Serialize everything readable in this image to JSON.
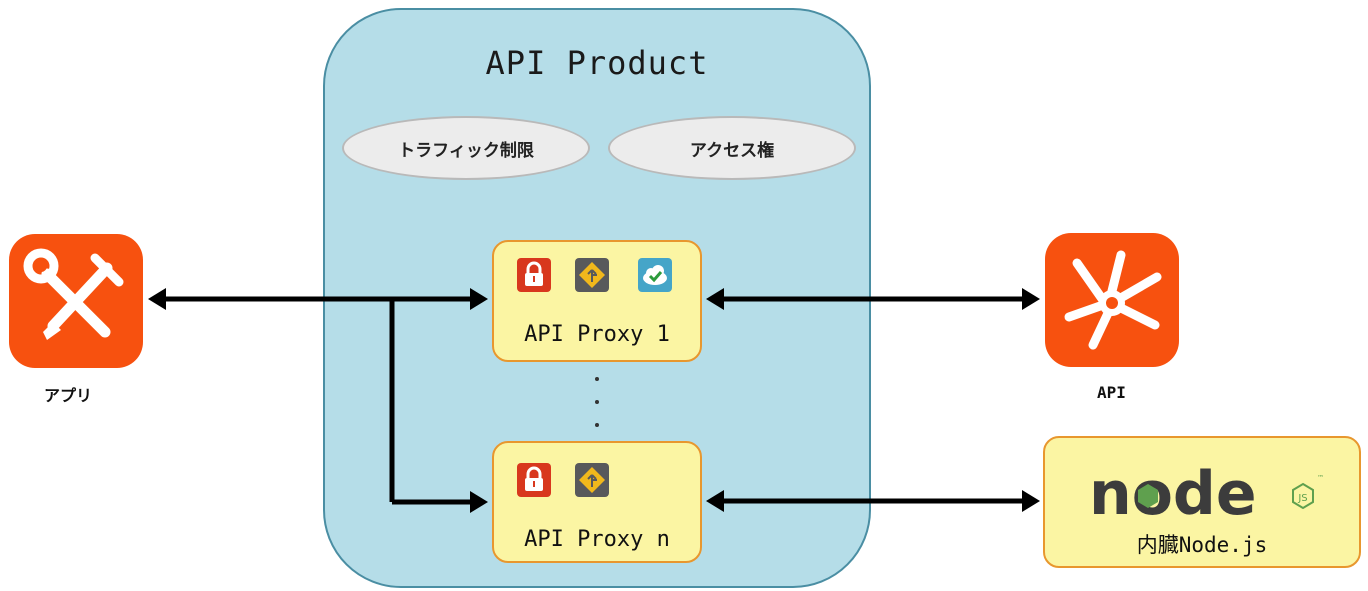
{
  "product": {
    "title": "API Product"
  },
  "policies": {
    "traffic": "トラフィック制限",
    "access": "アクセス権"
  },
  "proxies": {
    "first": "API Proxy 1",
    "last": "API Proxy n"
  },
  "ellipsis": ".",
  "endpoints": {
    "app": "アプリ",
    "api": "API",
    "node": "内臓Node.js"
  },
  "node_logo": {
    "text": "node",
    "badge": "JS",
    "tm": "™"
  },
  "icons": {
    "app": "wrench-screwdriver-icon",
    "api": "backend-hub-icon",
    "lock": "lock-icon",
    "route": "route-icon",
    "cloud": "cloud-check-icon"
  },
  "colors": {
    "product_bg": "#b5dde8",
    "proxy_bg": "#fbf5a3",
    "proxy_border": "#e8972e",
    "tile": "#f7510f",
    "node_hex": "#5fa04e"
  }
}
